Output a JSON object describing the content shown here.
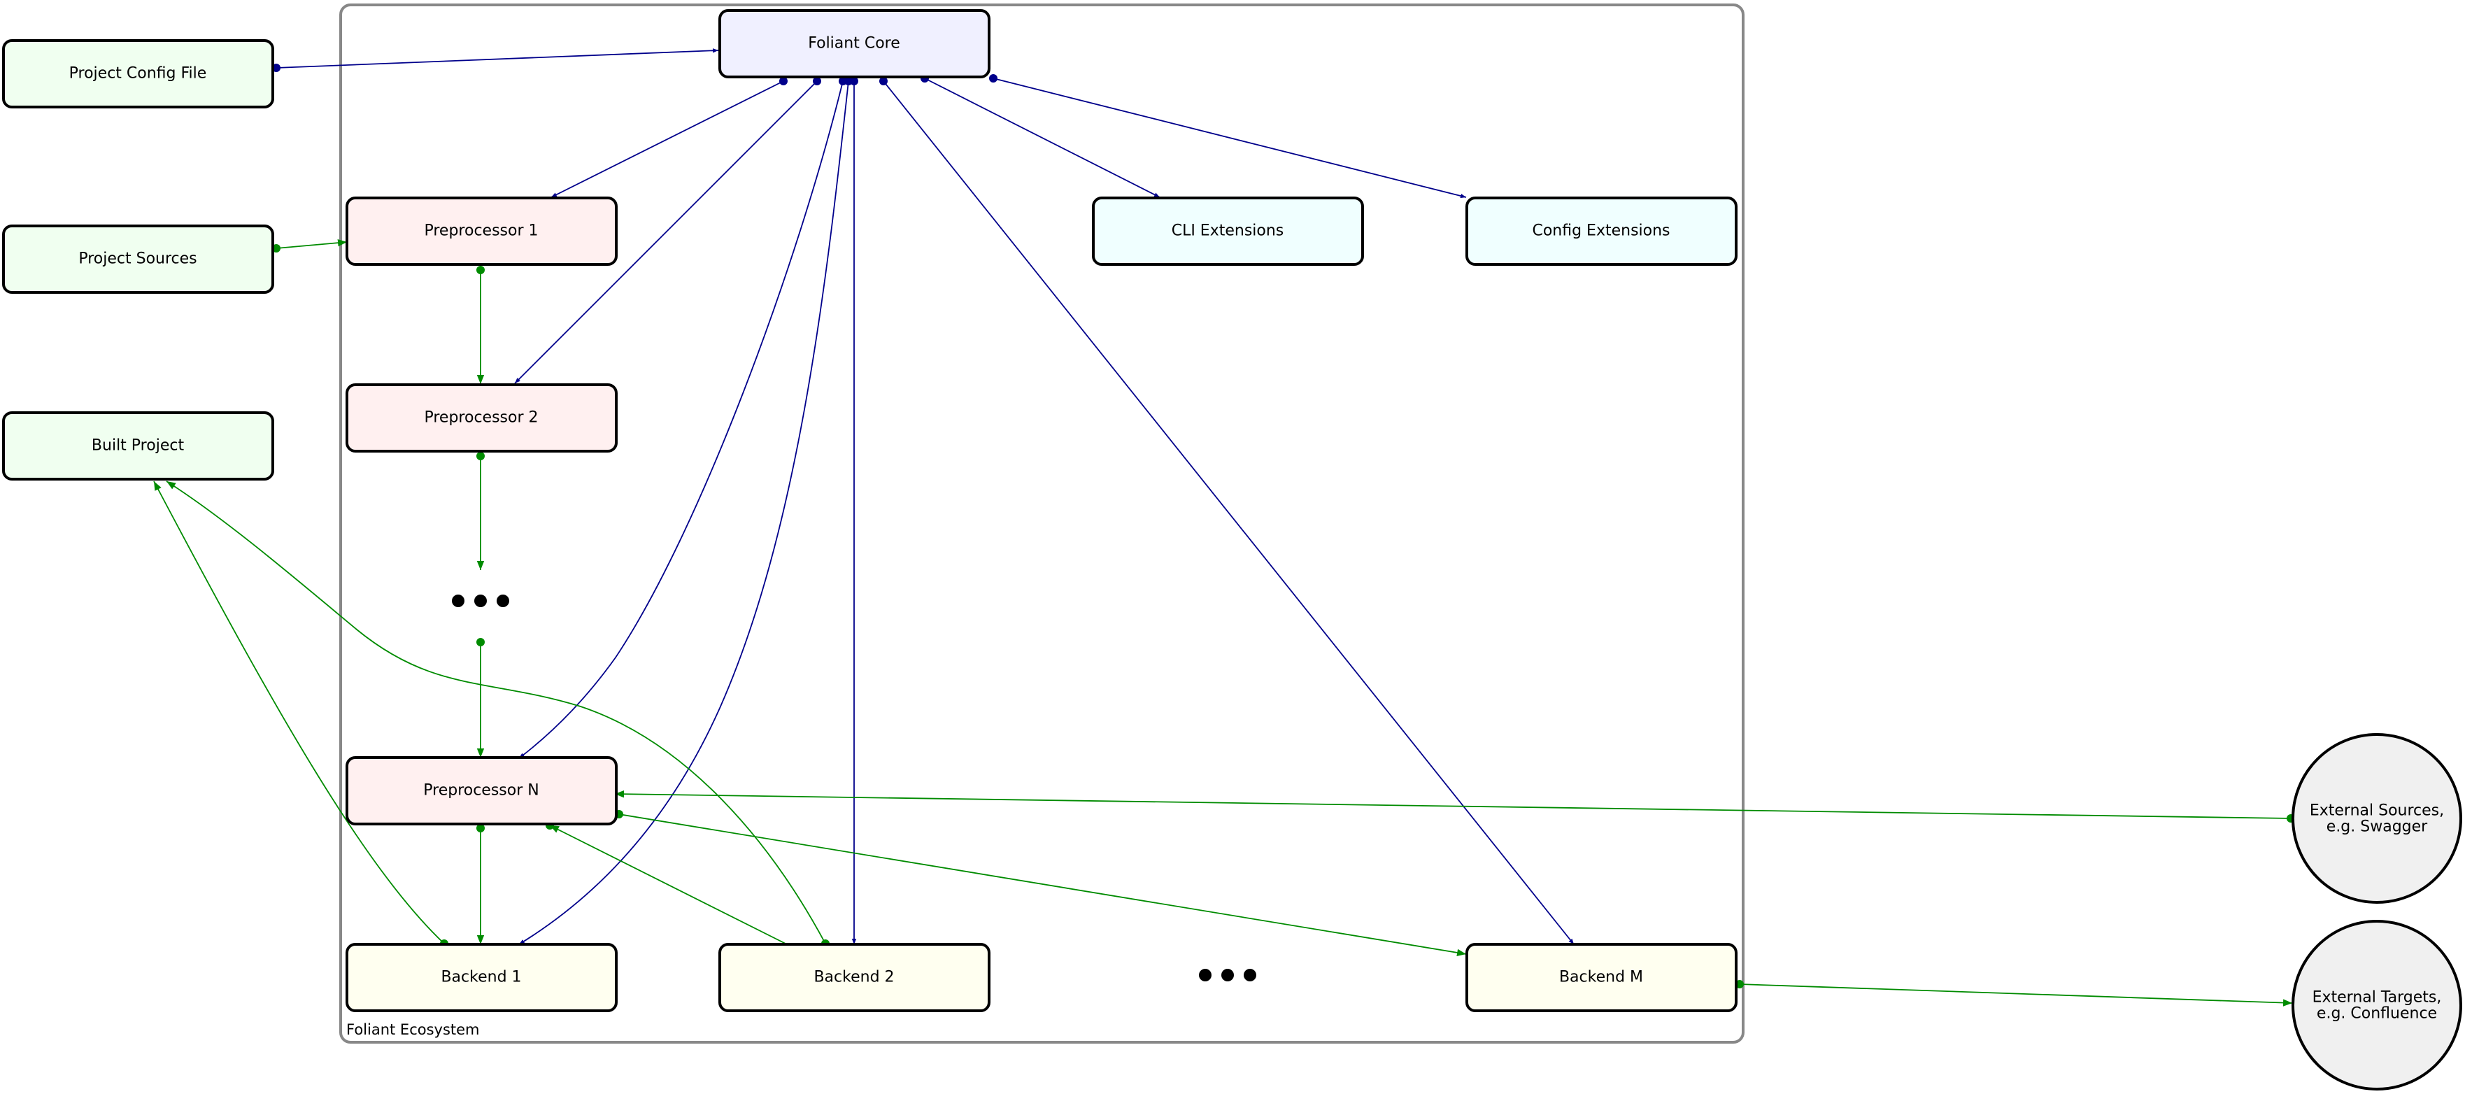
{
  "ecosystem": {
    "label": "Foliant Ecosystem",
    "border_color": "#888888"
  },
  "nodes": {
    "project_config": {
      "label": "Project Config File",
      "fill": "#f0fff0"
    },
    "project_sources": {
      "label": "Project Sources",
      "fill": "#f0fff0"
    },
    "built_project": {
      "label": "Built Project",
      "fill": "#f0fff0"
    },
    "foliant_core": {
      "label": "Foliant Core",
      "fill": "#f0f0ff"
    },
    "preprocessor_1": {
      "label": "Preprocessor 1",
      "fill": "#fff0f0"
    },
    "preprocessor_2": {
      "label": "Preprocessor 2",
      "fill": "#fff0f0"
    },
    "preprocessor_n": {
      "label": "Preprocessor N",
      "fill": "#fff0f0"
    },
    "cli_extensions": {
      "label": "CLI Extensions",
      "fill": "#f0ffff"
    },
    "config_extensions": {
      "label": "Config Extensions",
      "fill": "#f0ffff"
    },
    "backend_1": {
      "label": "Backend 1",
      "fill": "#fffff0"
    },
    "backend_2": {
      "label": "Backend 2",
      "fill": "#fffff0"
    },
    "backend_m": {
      "label": "Backend M",
      "fill": "#fffff0"
    },
    "external_sources": {
      "label_line1": "External Sources,",
      "label_line2": "e.g. Swagger",
      "fill": "#f0f0f0"
    },
    "external_targets": {
      "label_line1": "External Targets,",
      "label_line2": "e.g. Confluence",
      "fill": "#f0f0f0"
    }
  },
  "ellipsis": [
    "preprocessors-ellipsis",
    "backends-ellipsis"
  ],
  "colors": {
    "core_edges": "#00008b",
    "flow_edges": "#008b00"
  }
}
